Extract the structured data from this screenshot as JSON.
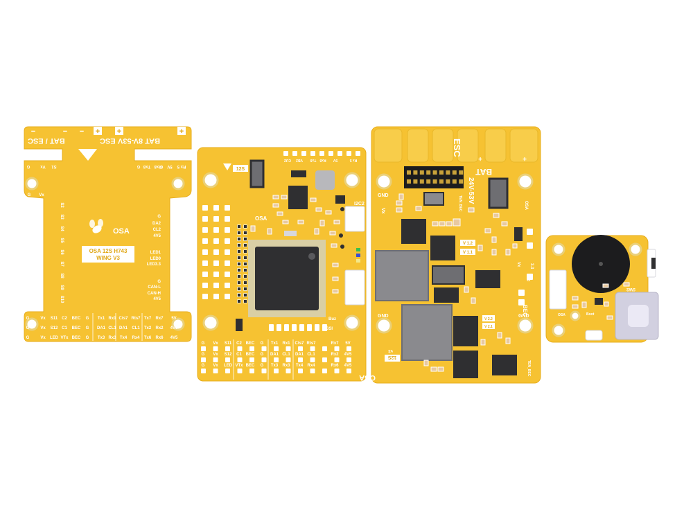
{
  "colors": {
    "pcb": "#f6c232",
    "pcb_edge": "#e7ad1c",
    "pad": "#e9dba8",
    "chip": "#2f2f31",
    "chip_grey": "#8a8a8e",
    "silk": "#ffffff",
    "metal": "#d7d7dc"
  },
  "boards": {
    "wing": {
      "header_bat": "BAT 8V-53V",
      "header_esc1": "ESC",
      "header_bat_esc": "BAT / ESC",
      "plus": "+",
      "minus": "−",
      "row_top": [
        "G",
        "Vx",
        "S1",
        "G",
        "Tx8",
        "Rx8",
        "G",
        "5V",
        "Rx 5"
      ],
      "bee_label": "OSA",
      "name_line1": "OSA 12S H743",
      "name_line2": "WING V3",
      "left_labels": [
        "S2",
        "S3",
        "S4",
        "S5",
        "S6",
        "S7",
        "S8",
        "S9",
        "S10"
      ],
      "right_labels": [
        "G",
        "DA2",
        "CL2",
        "4V5",
        "LED1",
        "LED0",
        "LED3.3",
        "G",
        "CAN-L",
        "CAN-H",
        "4V5"
      ],
      "bottom_row1": [
        "G",
        "Vx",
        "S11",
        "C2",
        "BEC",
        "G",
        "Tx1",
        "Rx1",
        "Cts7",
        "Rts7",
        "Tx7",
        "Rx7",
        "5V"
      ],
      "bottom_row2": [
        "G",
        "Vx",
        "S12",
        "C1",
        "BEC",
        "G",
        "DA1",
        "CL1",
        "DA1",
        "CL1",
        "Tx2",
        "Rx2",
        "4V5"
      ],
      "bottom_row3": [
        "G",
        "Vx",
        "LED",
        "VTx",
        "BEC",
        "G",
        "Tx3",
        "Rx3",
        "Tx4",
        "Rx4",
        "Tx6",
        "Rx6",
        "4V5"
      ]
    },
    "fc": {
      "label_i2c2": "I2C2",
      "label_12s": "12S",
      "label_bee": "OSA",
      "label_buz": "Buz",
      "label_rssi": "RSSI",
      "top_labels": [
        "CU2",
        "VB2",
        "Tx8",
        "Rx8",
        "5V",
        "Rx 5"
      ],
      "bottom_row1": [
        "G",
        "Vx",
        "S11",
        "C2",
        "BEC",
        "G",
        "Tx1",
        "Rx1",
        "Cts7",
        "Rts7",
        "Rx7",
        "5V"
      ],
      "bottom_row2": [
        "G",
        "Vx",
        "S12",
        "C1",
        "BEC",
        "G",
        "DA1",
        "CL1",
        "DA1",
        "CL1",
        "Rx2",
        "4V5"
      ],
      "bottom_row3": [
        "G",
        "Vx",
        "LED",
        "VTx",
        "BEC",
        "G",
        "Tx3",
        "Rx3",
        "Tx4",
        "Rx4",
        "Rx6",
        "4V5"
      ]
    },
    "pdb": {
      "label_esc": "ESC",
      "label_bat": "BAT",
      "label_voltage": "24V-53V",
      "label_ten_bec": "TEN_BEC",
      "label_gnd": "GND",
      "label_vx": "Vx",
      "label_v12": "V 1.2",
      "label_v11": "V 1.1",
      "label_bec": "BEC",
      "label_g": "G",
      "label_33": "3.3",
      "label_vx2": "Vx",
      "label_12s": "12S",
      "label_osa": "OSA",
      "label_v3": "v3",
      "label_ten_bec2": "TEN_BEC",
      "label_v22": "V 2.2",
      "label_v21": "V 2.1",
      "label_osa_small": "OSA"
    },
    "buzzer": {
      "label_osa": "OSA",
      "label_sw2": "SW2",
      "label_boot": "Boot"
    }
  }
}
